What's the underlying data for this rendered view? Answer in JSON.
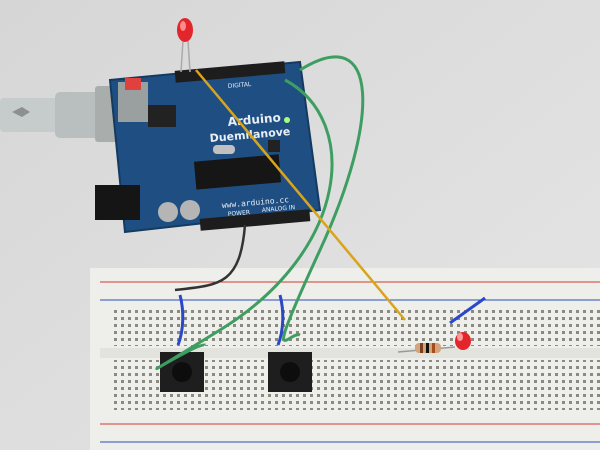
{
  "photo": {
    "board": {
      "brand": "Arduino",
      "model": "Duemilanove",
      "url": "www.arduino.cc",
      "digital_label": "DIGITAL",
      "power_label": "POWER",
      "analog_label": "ANALOG IN"
    },
    "colors": {
      "wall": "#dcdcdc",
      "board": "#1f4f82",
      "breadboard": "#eeeeea",
      "green_wire": "#3e9e62",
      "yellow_wire": "#d9a41c",
      "blue_wire": "#2b47c9",
      "led": "#e3262b",
      "usb_cable": "#c9cccc"
    }
  }
}
